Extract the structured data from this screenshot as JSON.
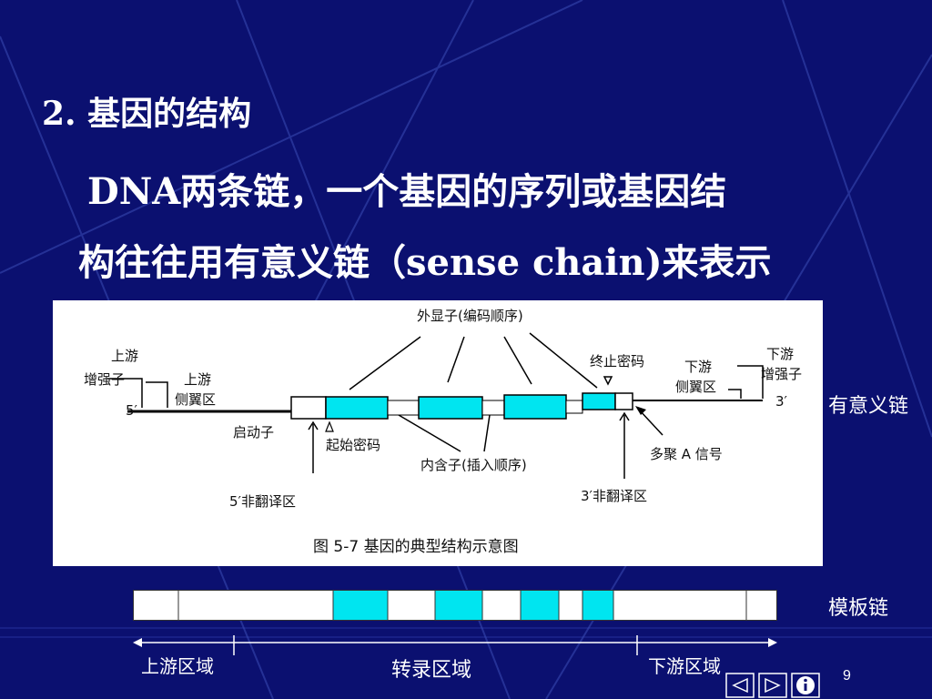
{
  "slide": {
    "heading": "2. 基因的结构",
    "line1": "DNA两条链，一个基因的序列或基因结",
    "line2": "构往往用有意义链（sense chain)来表示",
    "sense_strand_label": "有意义链",
    "template_strand_label": "模板链",
    "upstream_region": "上游区域",
    "transcribed_region": "转录区域",
    "downstream_region": "下游区域",
    "page_number": "9"
  },
  "figure": {
    "caption": "图 5-7   基因的典型结构示意图",
    "labels": {
      "exon": "外显子(编码顺序)",
      "stop_codon": "终止密码",
      "upstream_enhancer_1": "上游",
      "upstream_enhancer_2": "增强子",
      "upstream_flank_1": "上游",
      "upstream_flank_2": "侧翼区",
      "downstream_flank_1": "下游",
      "downstream_flank_2": "侧翼区",
      "downstream_enhancer_1": "下游",
      "downstream_enhancer_2": "增强子",
      "five_prime": "5′",
      "three_prime": "3′",
      "promoter": "启动子",
      "start_codon": "起始密码",
      "intron": "内含子(插入顺序)",
      "poly_a": "多聚 A 信号",
      "utr5": "5′非翻译区",
      "utr3": "3′非翻译区"
    }
  },
  "colors": {
    "background": "#0b1070",
    "exon": "#00e5f0",
    "panel": "#ffffff"
  },
  "icons": [
    "prev-icon",
    "next-icon",
    "info-icon"
  ]
}
